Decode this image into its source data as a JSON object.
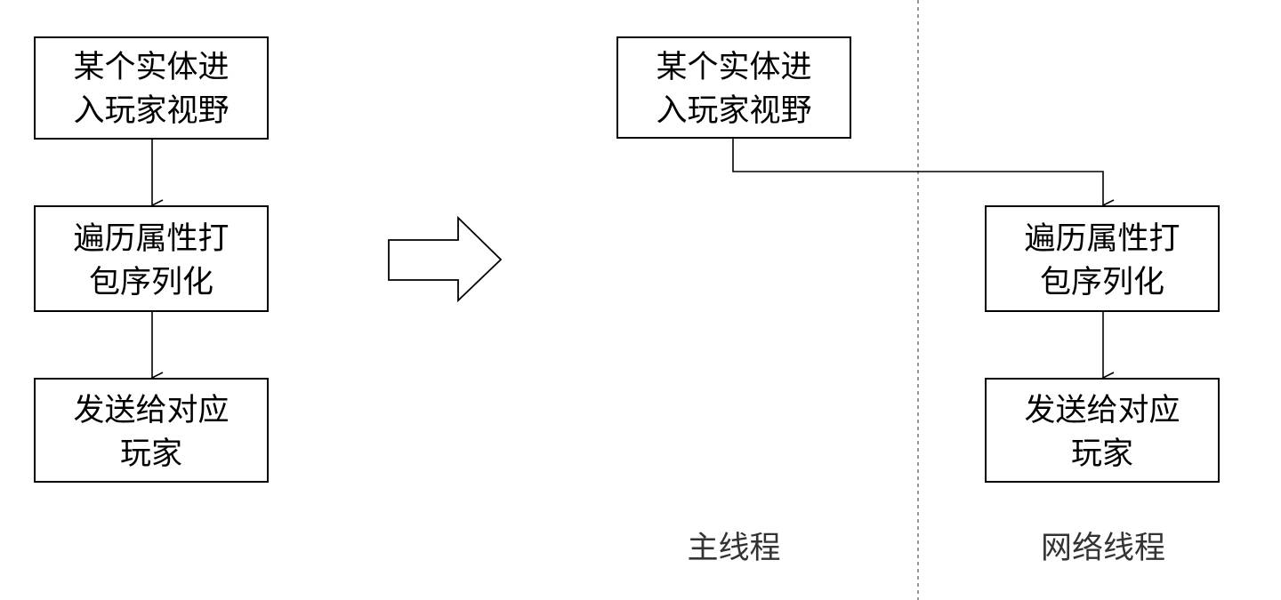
{
  "before": {
    "steps": [
      {
        "line1": "某个实体进",
        "line2": "入玩家视野"
      },
      {
        "line1": "遍历属性打",
        "line2": "包序列化"
      },
      {
        "line1": "发送给对应",
        "line2": "玩家"
      }
    ]
  },
  "after": {
    "steps": [
      {
        "line1": "某个实体进",
        "line2": "入玩家视野"
      },
      {
        "line1": "遍历属性打",
        "line2": "包序列化"
      },
      {
        "line1": "发送给对应",
        "line2": "玩家"
      }
    ],
    "lanes": {
      "main": "主线程",
      "network": "网络线程"
    }
  }
}
